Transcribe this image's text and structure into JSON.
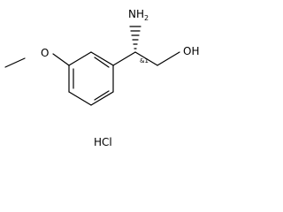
{
  "molecule": {
    "amine_label": "NH",
    "amine_subscript": "2",
    "hydroxyl_label": "OH",
    "methoxy_oxygen_label": "O",
    "stereo_label": "&1",
    "salt_label": "HCl"
  },
  "colors": {
    "bond": "#000000",
    "background": "#ffffff"
  }
}
